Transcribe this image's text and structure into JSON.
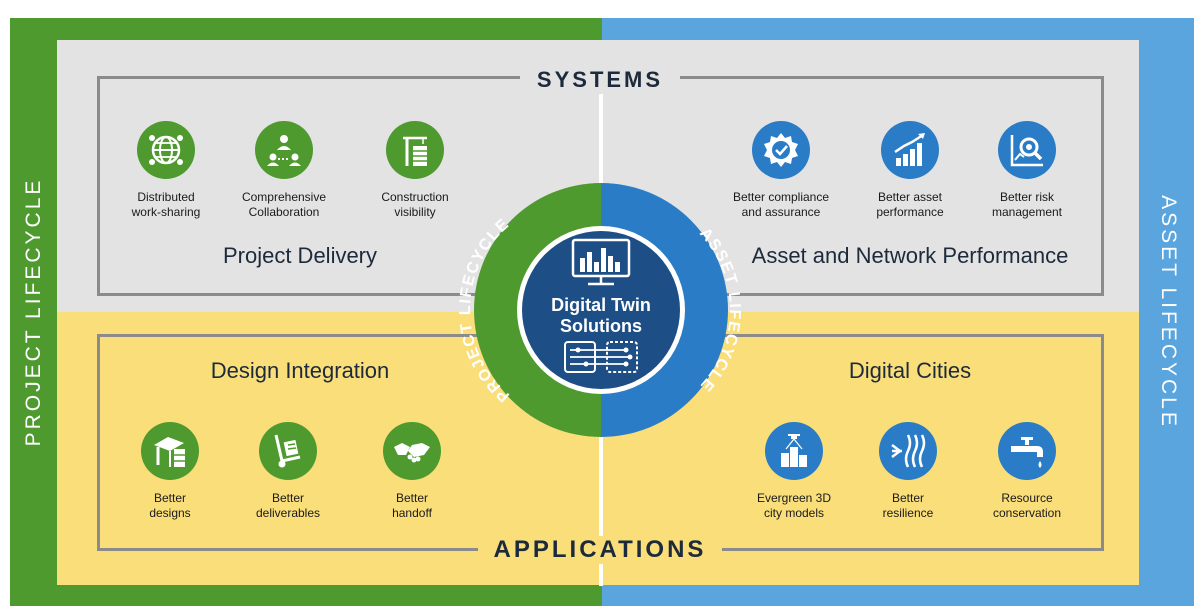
{
  "side_labels": {
    "left": "PROJECT LIFECYCLE",
    "right": "ASSET LIFECYCLE"
  },
  "sections": {
    "top": "SYSTEMS",
    "bottom": "APPLICATIONS"
  },
  "quadrants": {
    "top_left": {
      "title": "Project Delivery",
      "items": [
        {
          "icon": "globe-network-icon",
          "line1": "Distributed",
          "line2": "work-sharing"
        },
        {
          "icon": "collaboration-icon",
          "line1": "Comprehensive",
          "line2": "Collaboration"
        },
        {
          "icon": "construction-crane-icon",
          "line1": "Construction",
          "line2": "visibility"
        }
      ]
    },
    "top_right": {
      "title": "Asset and Network Performance",
      "items": [
        {
          "icon": "compliance-badge-icon",
          "line1": "Better compliance",
          "line2": "and assurance"
        },
        {
          "icon": "growth-chart-icon",
          "line1": "Better asset",
          "line2": "performance"
        },
        {
          "icon": "risk-analysis-icon",
          "line1": "Better risk",
          "line2": "management"
        }
      ]
    },
    "bottom_left": {
      "title": "Design Integration",
      "items": [
        {
          "icon": "design-blueprint-icon",
          "line1": "Better",
          "line2": "designs"
        },
        {
          "icon": "hand-truck-icon",
          "line1": "Better",
          "line2": "deliverables"
        },
        {
          "icon": "handshake-icon",
          "line1": "Better",
          "line2": "handoff"
        }
      ]
    },
    "bottom_right": {
      "title": "Digital Cities",
      "items": [
        {
          "icon": "city-drone-icon",
          "line1": "Evergreen 3D",
          "line2": "city models"
        },
        {
          "icon": "resilience-wave-icon",
          "line1": "Better",
          "line2": "resilience"
        },
        {
          "icon": "water-tap-icon",
          "line1": "Resource",
          "line2": "conservation"
        }
      ]
    }
  },
  "center": {
    "line1": "Digital Twin",
    "line2": "Solutions",
    "ring_left": "PROJECT LIFECYCLE",
    "ring_right": "ASSET LIFECYCLE"
  },
  "colors": {
    "green": "#4f9a2f",
    "blue": "#5aa5dd",
    "dark_blue": "#1e4e86",
    "icon_blue": "#2b7cc6",
    "grey_panel": "#e3e3e4",
    "yellow_panel": "#f9de79"
  }
}
